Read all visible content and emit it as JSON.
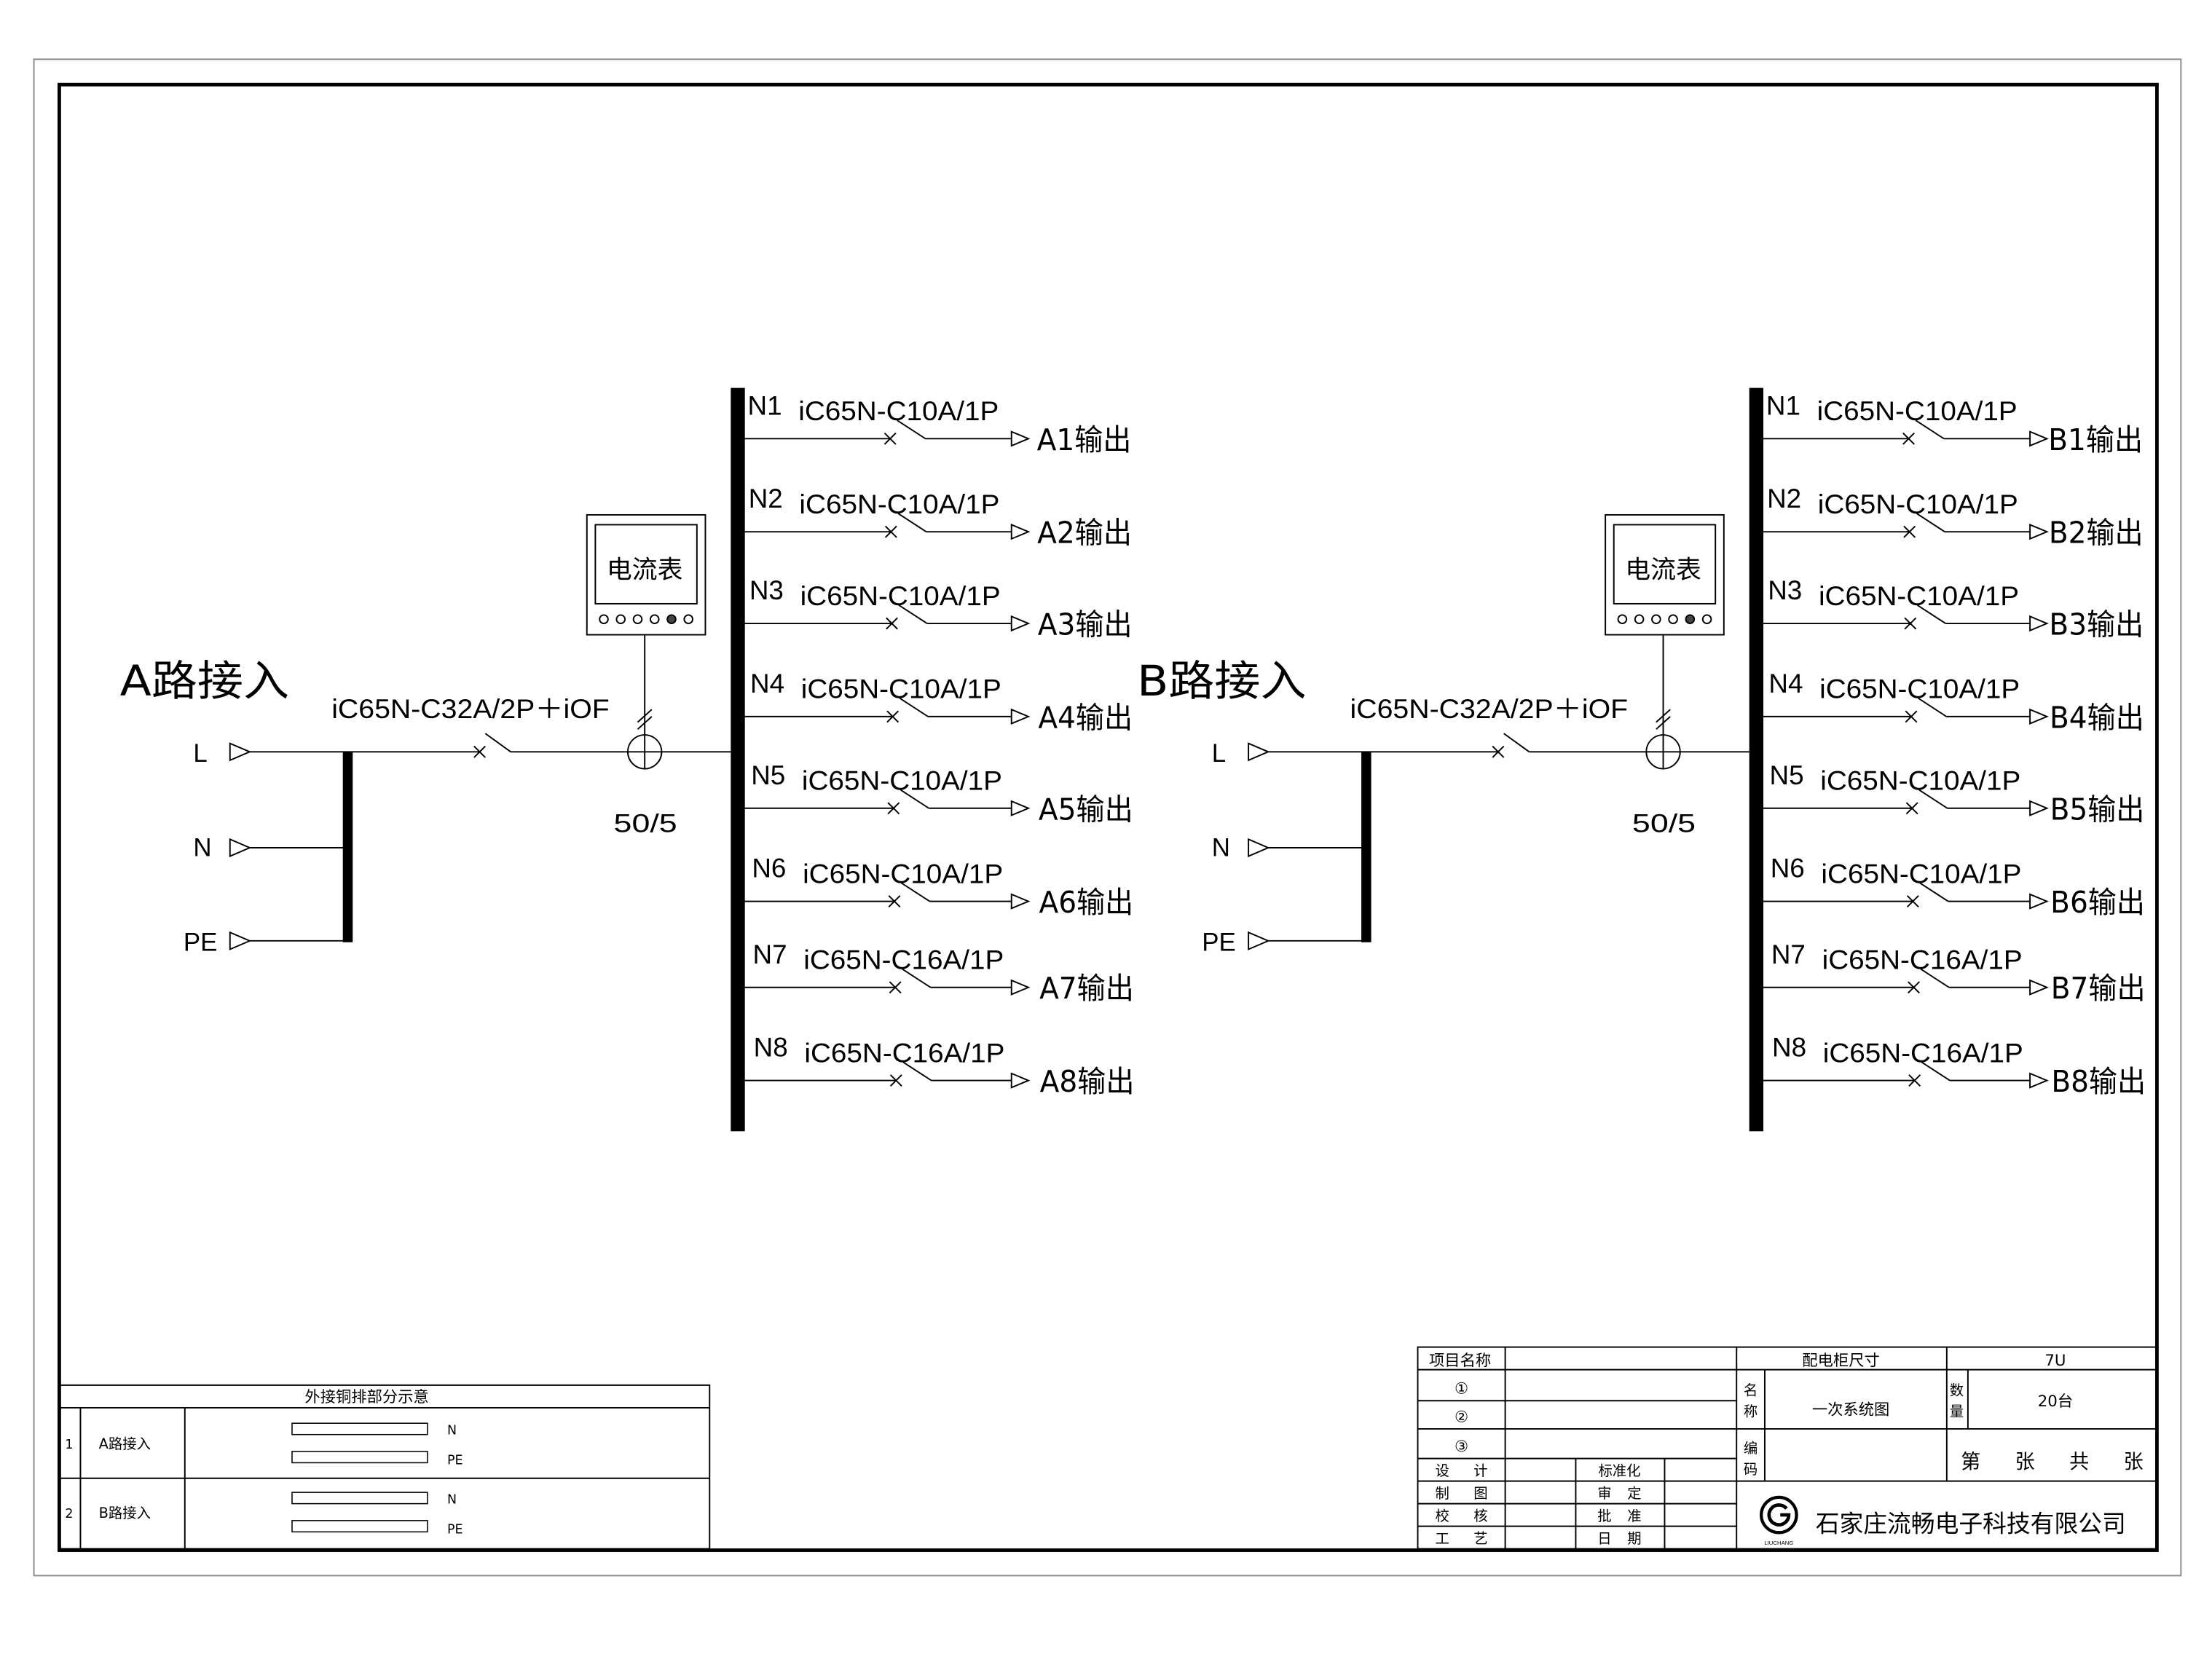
{
  "sides": [
    {
      "title": "A路接入",
      "main_breaker": "iC65N-C32A/2P＋iOF",
      "inputs": [
        "L",
        "N",
        "PE"
      ],
      "meter_label": "电流表",
      "ct_ratio": "50/5",
      "branches": [
        {
          "bus_tap": "N1",
          "breaker": "iC65N-C10A/1P",
          "output": "A1输出"
        },
        {
          "bus_tap": "N2",
          "breaker": "iC65N-C10A/1P",
          "output": "A2输出"
        },
        {
          "bus_tap": "N3",
          "breaker": "iC65N-C10A/1P",
          "output": "A3输出"
        },
        {
          "bus_tap": "N4",
          "breaker": "iC65N-C10A/1P",
          "output": "A4输出"
        },
        {
          "bus_tap": "N5",
          "breaker": "iC65N-C10A/1P",
          "output": "A5输出"
        },
        {
          "bus_tap": "N6",
          "breaker": "iC65N-C10A/1P",
          "output": "A6输出"
        },
        {
          "bus_tap": "N7",
          "breaker": "iC65N-C16A/1P",
          "output": "A7输出"
        },
        {
          "bus_tap": "N8",
          "breaker": "iC65N-C16A/1P",
          "output": "A8输出"
        }
      ]
    },
    {
      "title": "B路接入",
      "main_breaker": "iC65N-C32A/2P＋iOF",
      "inputs": [
        "L",
        "N",
        "PE"
      ],
      "meter_label": "电流表",
      "ct_ratio": "50/5",
      "branches": [
        {
          "bus_tap": "N1",
          "breaker": "iC65N-C10A/1P",
          "output": "B1输出"
        },
        {
          "bus_tap": "N2",
          "breaker": "iC65N-C10A/1P",
          "output": "B2输出"
        },
        {
          "bus_tap": "N3",
          "breaker": "iC65N-C10A/1P",
          "output": "B3输出"
        },
        {
          "bus_tap": "N4",
          "breaker": "iC65N-C10A/1P",
          "output": "B4输出"
        },
        {
          "bus_tap": "N5",
          "breaker": "iC65N-C10A/1P",
          "output": "B5输出"
        },
        {
          "bus_tap": "N6",
          "breaker": "iC65N-C10A/1P",
          "output": "B6输出"
        },
        {
          "bus_tap": "N7",
          "breaker": "iC65N-C16A/1P",
          "output": "B7输出"
        },
        {
          "bus_tap": "N8",
          "breaker": "iC65N-C16A/1P",
          "output": "B8输出"
        }
      ]
    }
  ],
  "copper_busbar_table": {
    "title": "外接铜排部分示意",
    "rows": [
      {
        "no": "1",
        "name": "A路接入",
        "bars": [
          "N",
          "PE"
        ]
      },
      {
        "no": "2",
        "name": "B路接入",
        "bars": [
          "N",
          "PE"
        ]
      }
    ]
  },
  "title_block": {
    "project_name_label": "项目名称",
    "project_rows": [
      "①",
      "②",
      "③"
    ],
    "roles": [
      "设 计",
      "制 图",
      "校 核",
      "工 艺"
    ],
    "approvals": [
      "标准化",
      "审 定",
      "批 准",
      "日 期"
    ],
    "cabinet_size_label": "配电柜尺寸",
    "cabinet_size": "7U",
    "name_label": [
      "名",
      "称"
    ],
    "drawing_name": "一次系统图",
    "quantity_label": [
      "数",
      "量"
    ],
    "quantity": "20台",
    "code_label": [
      "编",
      "码"
    ],
    "sheet_label": "第 张 共 张",
    "logo_text": "LIUCHANG",
    "company": "石家庄流畅电子科技有限公司"
  }
}
